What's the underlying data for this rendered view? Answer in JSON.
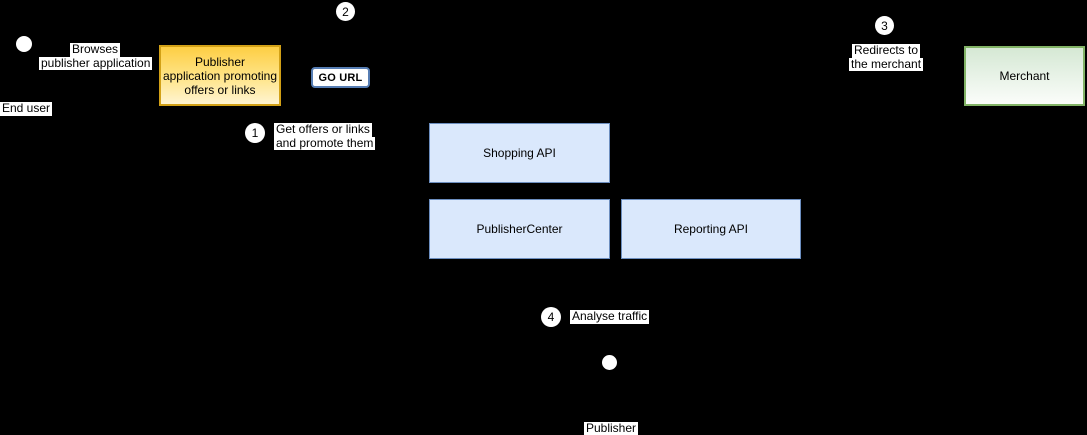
{
  "palette": {
    "background": "#000000",
    "label_background": "#ffffff",
    "text": "#000000",
    "blue_fill": "#dae8fc",
    "blue_border": "#6c8ebf",
    "yellow_fill_top": "#fdce44",
    "yellow_fill_bottom": "#fff4d2",
    "yellow_border": "#d2a117",
    "green_fill_top": "#d5e8d4",
    "green_fill_bottom": "#fbfdfa",
    "green_border": "#82b366",
    "button_border": "#567db3"
  },
  "actors": {
    "end_user": {
      "label": "End user"
    },
    "publisher": {
      "label": "Publisher"
    }
  },
  "annotations": {
    "browses": [
      "Browses",
      "publisher application"
    ]
  },
  "nodes": {
    "publisher_app": {
      "label": "Publisher\napplication promoting\noffers or links"
    },
    "go_url": {
      "label": "GO URL"
    },
    "shopping_api": {
      "label": "Shopping API"
    },
    "publisher_center": {
      "label": "PublisherCenter"
    },
    "reporting_api": {
      "label": "Reporting API"
    },
    "merchant": {
      "label": "Merchant"
    }
  },
  "steps": [
    {
      "number": "1",
      "label_lines": [
        "Get offers or links",
        "and promote them"
      ]
    },
    {
      "number": "2",
      "label_lines": []
    },
    {
      "number": "3",
      "label_lines": [
        "Redirects to",
        "the merchant"
      ]
    },
    {
      "number": "4",
      "label_lines": [
        "Analyse traffic"
      ]
    }
  ]
}
